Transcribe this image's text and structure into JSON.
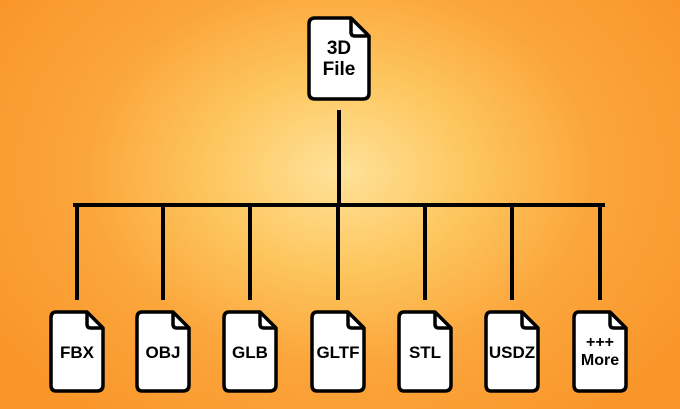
{
  "root": {
    "lines": [
      "3D",
      "File"
    ]
  },
  "formats": [
    {
      "lines": [
        "FBX"
      ]
    },
    {
      "lines": [
        "OBJ"
      ]
    },
    {
      "lines": [
        "GLB"
      ]
    },
    {
      "lines": [
        "GLTF"
      ]
    },
    {
      "lines": [
        "STL"
      ]
    },
    {
      "lines": [
        "USDZ"
      ]
    },
    {
      "lines": [
        "+++",
        "More"
      ]
    }
  ],
  "colors": {
    "background_center": "#ffe29a",
    "background_edge": "#f9962a",
    "document_fill": "#ffffff",
    "outline": "#000000"
  },
  "icons": {
    "document": "document-icon"
  }
}
